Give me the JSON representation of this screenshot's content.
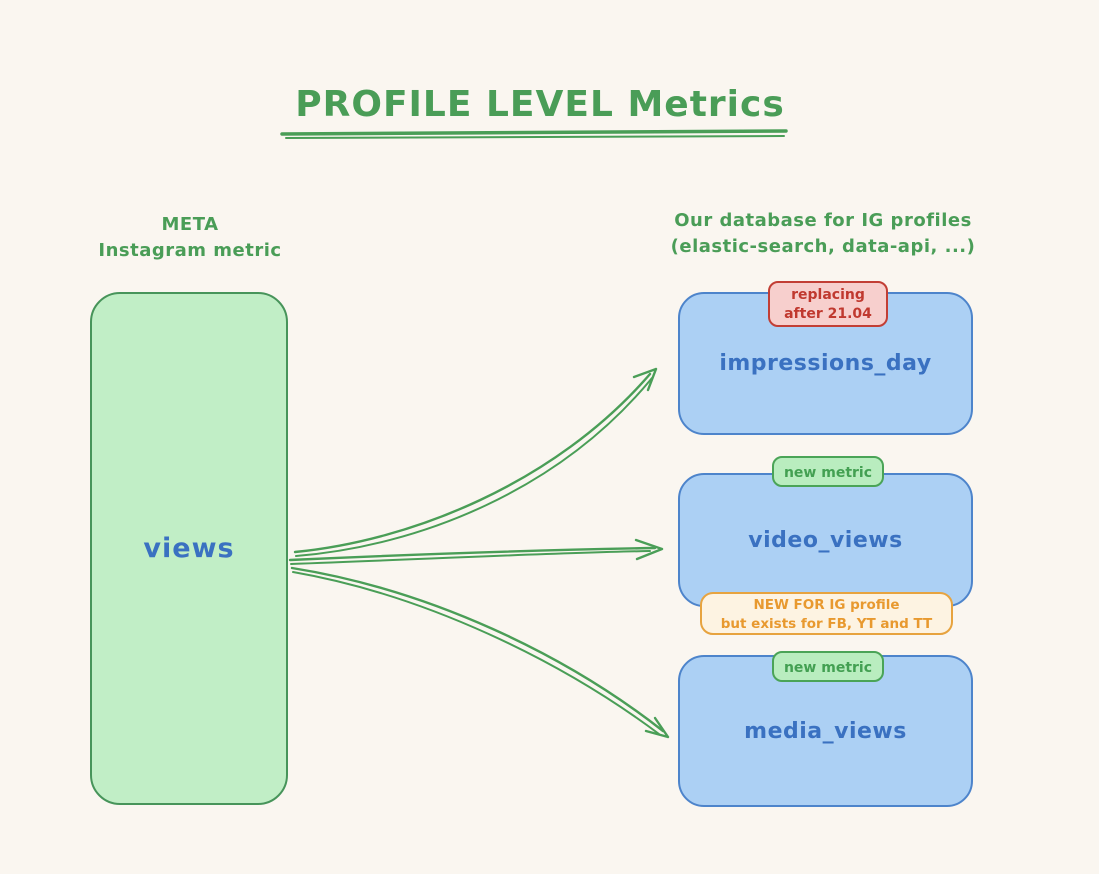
{
  "title": "PROFILE LEVEL Metrics",
  "column_headers": {
    "left": {
      "line1": "META",
      "line2": "Instagram metric"
    },
    "right": {
      "line1": "Our database for IG profiles",
      "line2": "(elastic-search, data-api, ...)"
    }
  },
  "source": {
    "label": "views"
  },
  "targets": [
    {
      "label": "impressions_day",
      "badge": {
        "line1": "replacing",
        "line2": "after 21.04"
      }
    },
    {
      "label": "video_views",
      "badge": {
        "line1": "new metric"
      },
      "note": {
        "line1": "NEW FOR IG profile",
        "line2": "but exists for FB, YT and TT"
      }
    },
    {
      "label": "media_views",
      "badge": {
        "line1": "new metric"
      }
    }
  ],
  "arrows": [
    {
      "from": "views",
      "to": "impressions_day"
    },
    {
      "from": "views",
      "to": "video_views"
    },
    {
      "from": "views",
      "to": "media_views"
    }
  ],
  "colors": {
    "background": "#faf6f0",
    "green_text": "#4a9d57",
    "green_node_fill": "#c1eec6",
    "green_node_stroke": "#47945a",
    "blue_node_fill": "#acd0f4",
    "blue_node_stroke": "#4d84cb",
    "blue_text": "#3a71c1",
    "red_badge_fill": "#f7cfcd",
    "red_badge_stroke": "#c23e35",
    "red_badge_text": "#c0392f",
    "green_badge_fill": "#b9edbf",
    "green_badge_stroke": "#4aa457",
    "green_badge_text": "#43a052",
    "orange_note_fill": "#fdf3e2",
    "orange_note_stroke": "#e7a33f",
    "orange_note_text": "#e8992f",
    "arrow_stroke": "#4a9e57"
  }
}
